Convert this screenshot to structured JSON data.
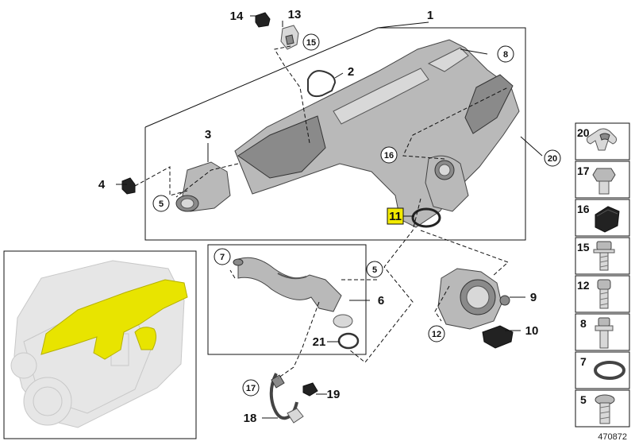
{
  "callouts": {
    "c1": "1",
    "c2": "2",
    "c3": "3",
    "c4": "4",
    "c5a": "5",
    "c5b": "5",
    "c6": "6",
    "c7": "7",
    "c8": "8",
    "c9": "9",
    "c10": "10",
    "c11": "11",
    "c12": "12",
    "c13": "13",
    "c14": "14",
    "c15": "15",
    "c16": "16",
    "c17": "17",
    "c18": "18",
    "c19": "19",
    "c20": "20",
    "c21": "21"
  },
  "legend_items": [
    "20",
    "17",
    "16",
    "15",
    "12",
    "8",
    "7",
    "5"
  ],
  "reference_number": "470872",
  "colors": {
    "highlight": "#e8e400",
    "callout_11_box": "#f2ea00",
    "line": "#111111",
    "part_grey": "#b9b9b9"
  }
}
